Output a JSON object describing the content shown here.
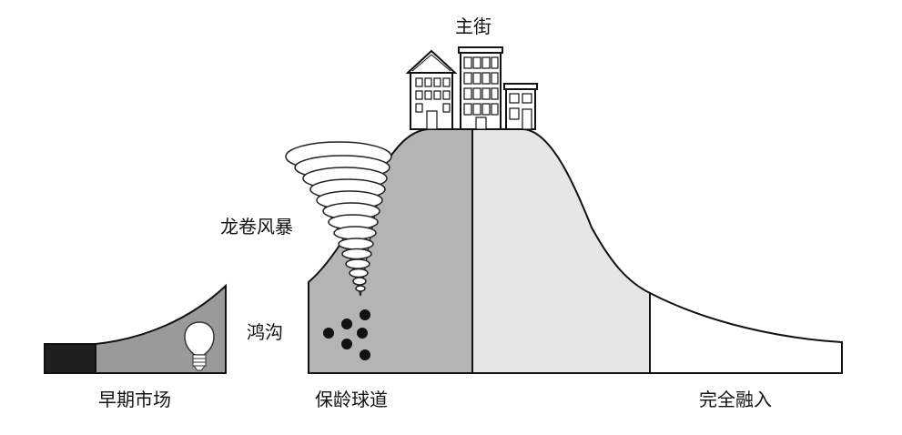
{
  "labels": {
    "main_street": "主街",
    "tornado": "龙卷风暴",
    "chasm": "鸿沟",
    "early_market": "早期市场",
    "bowling_alley": "保龄球道",
    "full_adoption": "完全融入"
  },
  "colors": {
    "outline": "#111111",
    "dark_segment": "#1f1f1f",
    "early_fill": "#9a9a9a",
    "bowling_fill": "#b4b4b4",
    "main_fill": "#e6e6e6",
    "tail_fill": "#ffffff"
  },
  "icons": [
    "lightbulb-icon",
    "tornado-icon",
    "building-icon",
    "chasm-dots"
  ]
}
